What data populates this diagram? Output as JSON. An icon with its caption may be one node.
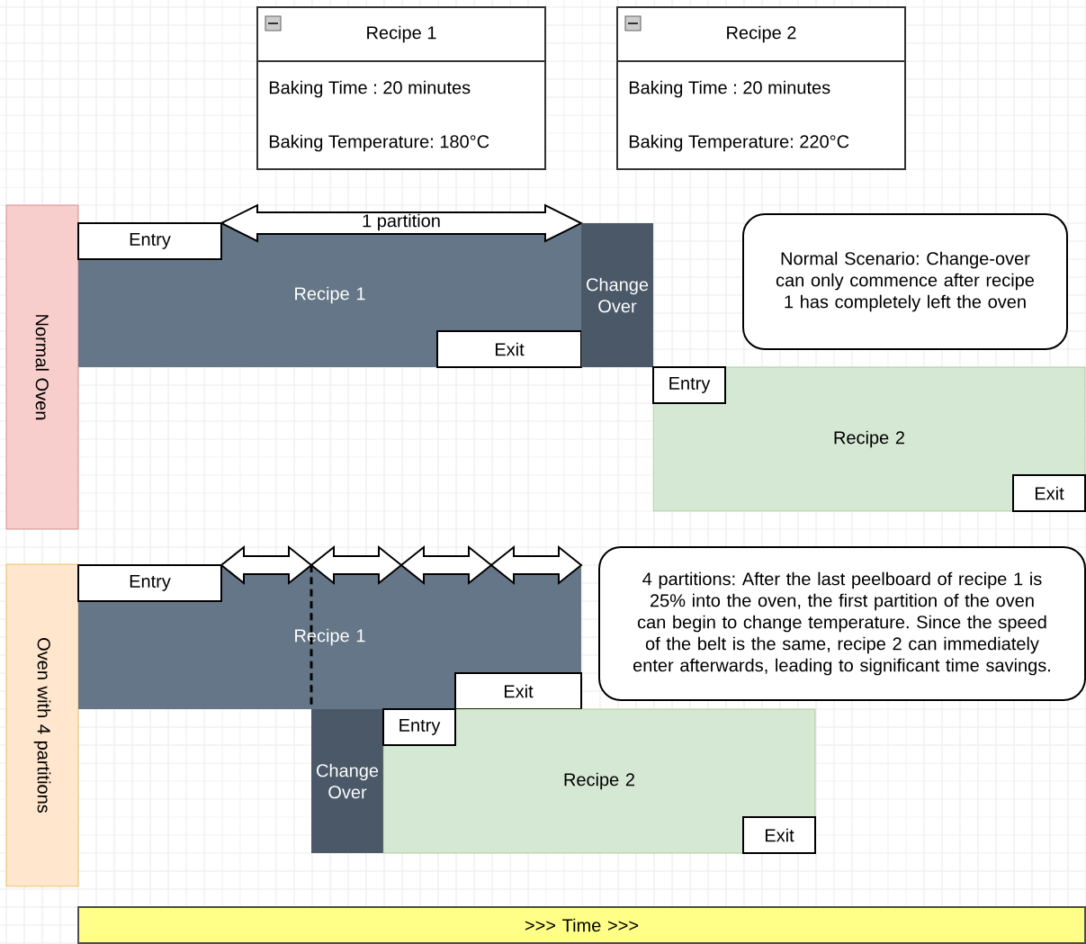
{
  "diagram": {
    "nodes": [
      {
        "text": [
          "Recipe 1",
          "Baking Time : 20 minutes",
          "Baking Temperature: 180°C"
        ]
      },
      {
        "text": [
          "Recipe 2",
          "Baking Time : 20 minutes",
          "Baking Temperature: 220°C"
        ]
      },
      {
        "text": [
          "Normal Oven"
        ]
      },
      {
        "text": [
          "Recipe 1"
        ]
      },
      {
        "text": [
          "Entry"
        ],
        "in": 3
      },
      {
        "text": [
          "Exit"
        ],
        "in": 3
      },
      {
        "text": [
          "1 partition"
        ]
      },
      {
        "text": [
          "Change Over"
        ]
      },
      {
        "text": [
          "Normal Scenario: Change-over can only commence after recipe 1 has completely left the oven"
        ]
      },
      {
        "text": [
          "Recipe 2"
        ]
      },
      {
        "text": [
          "Entry"
        ],
        "in": 9
      },
      {
        "text": [
          "Exit"
        ],
        "in": 9
      },
      {
        "text": [
          "Oven with 4 partitions"
        ]
      },
      {
        "text": [
          "Recipe 1"
        ]
      },
      {
        "text": [
          "Entry"
        ],
        "in": 13
      },
      {
        "text": [
          "Exit"
        ],
        "in": 13
      },
      {
        "text": [],
        "shape": "arrow"
      },
      {
        "text": [],
        "shape": "arrow"
      },
      {
        "text": [],
        "shape": "arrow"
      },
      {
        "text": [],
        "shape": "arrow"
      },
      {
        "text": [
          "Change Over"
        ]
      },
      {
        "text": [
          "Recipe 2"
        ]
      },
      {
        "text": [
          "Entry"
        ],
        "in": 21
      },
      {
        "text": [
          "Exit"
        ],
        "in": 21
      },
      {
        "text": [
          "4 partitions: After the last peelboard of recipe 1 is 25% into the oven, the first partition of the oven can begin to change temperature. Since the speed of the belt is the same, recipe 2 can immediately enter afterwards, leading to significant time savings."
        ]
      },
      {
        "text": [
          ">>> Time >>>"
        ]
      }
    ]
  }
}
